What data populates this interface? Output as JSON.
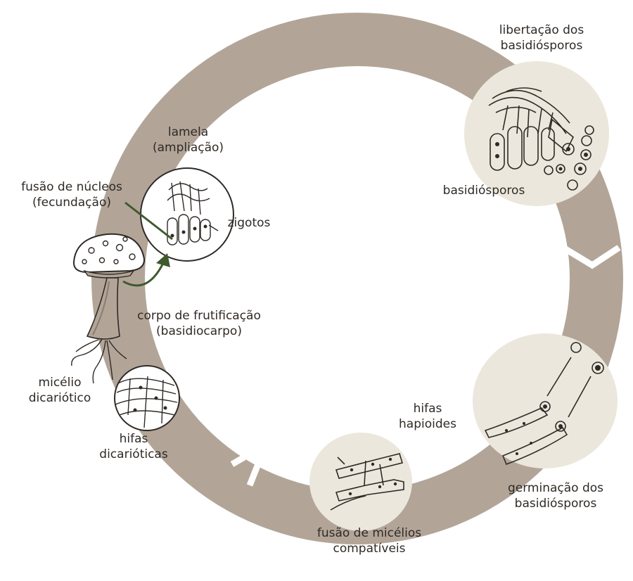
{
  "title": "Ciclo de vida de um fungo basidiomiceta",
  "colors": {
    "ring": "#b2a598",
    "circle_fill": "#ece7dc",
    "line": "#2f2a26",
    "arrow": "#3f5a2e",
    "text": "#2f2a26"
  },
  "labels": {
    "libertacao": [
      "libertação dos",
      "basidiósporos"
    ],
    "basidiosporos": "basidiósporos",
    "lamela": [
      "lamela",
      "(ampliação)"
    ],
    "fusao_nucleos": [
      "fusão de núcleos",
      "(fecundação)"
    ],
    "zigotos": "zigotos",
    "corpo": [
      "corpo de frutificação",
      "(basidiocarpo)"
    ],
    "micelio": [
      "micélio",
      "dicariótico"
    ],
    "hifas_dicarioticas": [
      "hifas",
      "dicarióticas"
    ],
    "hifas_haploides": [
      "hifas",
      "hapioides"
    ],
    "germinacao": [
      "germinação dos",
      "basidiósporos"
    ],
    "fusao_micelios": [
      "fusão de micélios",
      "compatíveis"
    ]
  }
}
